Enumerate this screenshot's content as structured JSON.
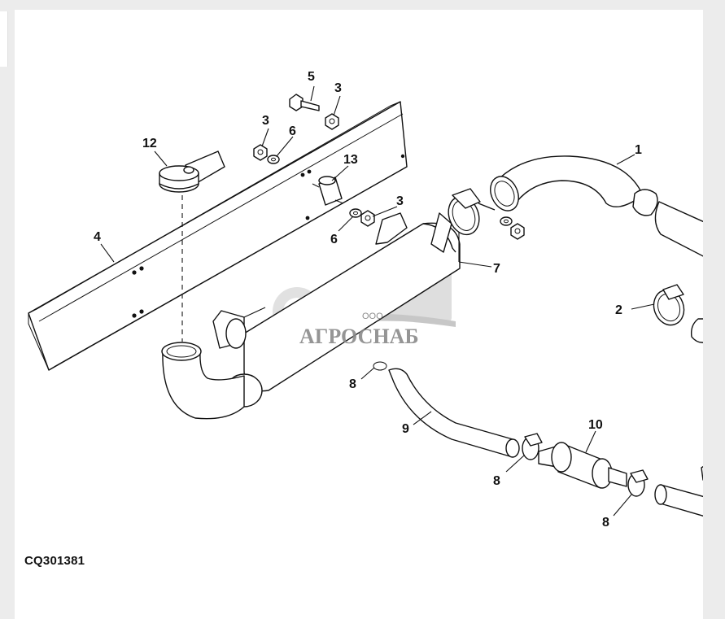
{
  "figure_code": "CQ301381",
  "watermark": {
    "brand": "АГРОСНАБ",
    "legal_form": "ООО"
  },
  "callouts": [
    "1",
    "2",
    "3",
    "3",
    "3",
    "4",
    "5",
    "6",
    "6",
    "7",
    "8",
    "8",
    "8",
    "9",
    "10",
    "12",
    "13"
  ]
}
